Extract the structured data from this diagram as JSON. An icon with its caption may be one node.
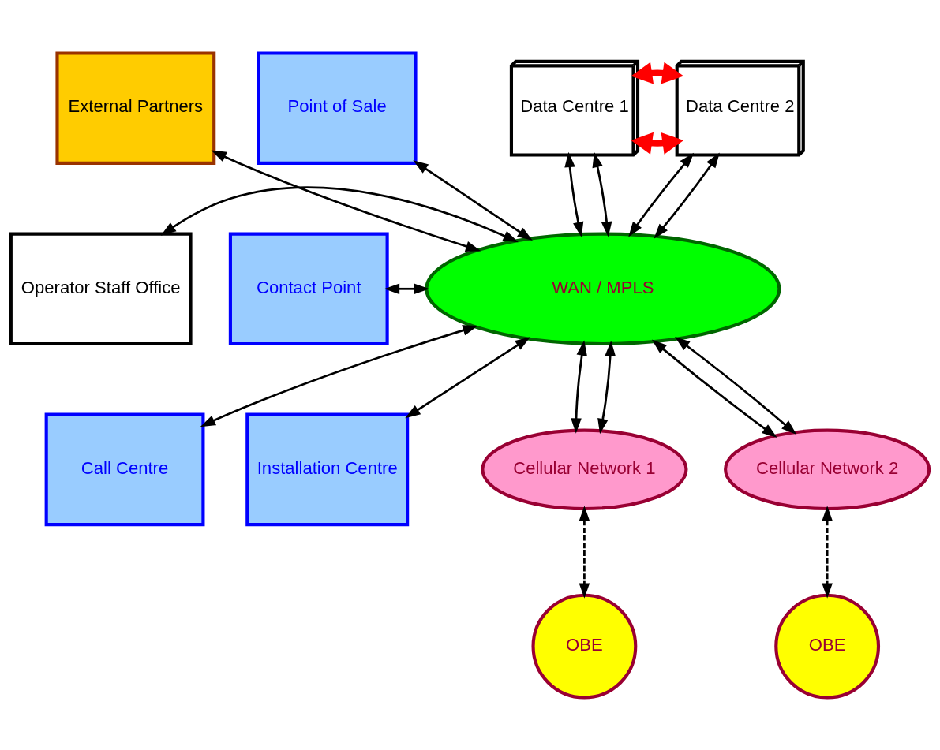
{
  "diagram": {
    "nodes": [
      {
        "text": [
          "External Partners"
        ]
      },
      {
        "text": [
          "Operator Staff Office"
        ]
      },
      {
        "text": [
          "Call Centre"
        ]
      },
      {
        "text": [
          "Data Centre 1"
        ]
      },
      {
        "text": [
          "Data Centre 2"
        ]
      },
      {
        "text": [
          "Point of Sale"
        ]
      },
      {
        "text": [
          "Contact Point"
        ]
      },
      {
        "text": [
          "Installation Centre"
        ]
      },
      {
        "text": [
          "WAN / MPLS"
        ]
      },
      {
        "text": [
          "Cellular Network 1"
        ]
      },
      {
        "text": [
          "Cellular Network 2"
        ]
      },
      {
        "text": [
          "OBE"
        ]
      },
      {
        "text": [
          "OBE"
        ]
      }
    ],
    "edges": [
      {
        "from": 3,
        "to": 4,
        "arrow": "both",
        "style": "thick",
        "color": "#ff0000"
      },
      {
        "from": 3,
        "to": 4,
        "arrow": "both",
        "style": "thick",
        "color": "#ff0000"
      },
      {
        "from": 3,
        "to": 8,
        "arrow": "both"
      },
      {
        "from": 3,
        "to": 8,
        "arrow": "both"
      },
      {
        "from": 4,
        "to": 8,
        "arrow": "both"
      },
      {
        "from": 4,
        "to": 8,
        "arrow": "both"
      },
      {
        "from": 0,
        "to": 8,
        "arrow": "both"
      },
      {
        "from": 1,
        "to": 8,
        "arrow": "both"
      },
      {
        "from": 2,
        "to": 8,
        "arrow": "both"
      },
      {
        "from": 5,
        "to": 8,
        "arrow": "both"
      },
      {
        "from": 6,
        "to": 8,
        "arrow": "both"
      },
      {
        "from": 7,
        "to": 8,
        "arrow": "both"
      },
      {
        "from": 8,
        "to": 9,
        "arrow": "both"
      },
      {
        "from": 8,
        "to": 9,
        "arrow": "both"
      },
      {
        "from": 8,
        "to": 10,
        "arrow": "both"
      },
      {
        "from": 8,
        "to": 10,
        "arrow": "both"
      },
      {
        "from": 9,
        "to": 11,
        "arrow": "both",
        "style": "dashed"
      },
      {
        "from": 10,
        "to": 12,
        "arrow": "both",
        "style": "dashed"
      }
    ]
  }
}
